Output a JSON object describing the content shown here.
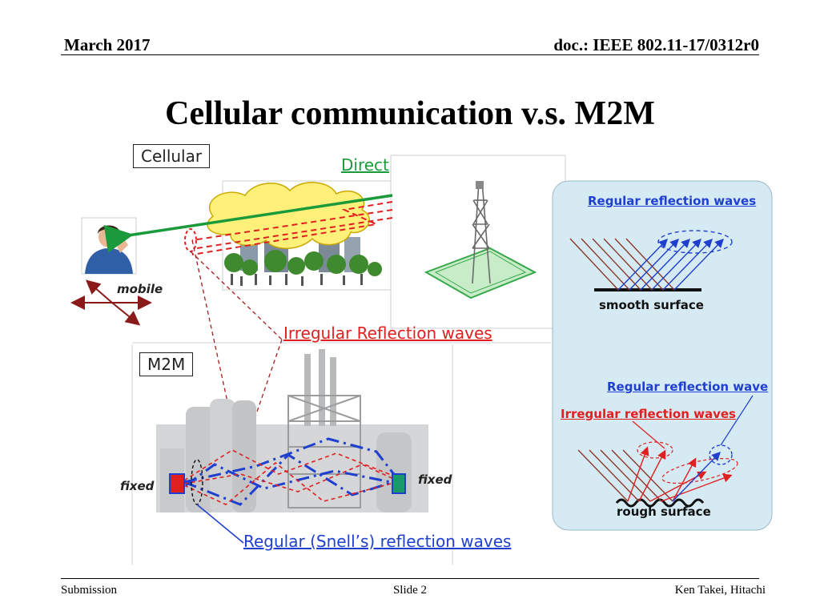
{
  "header": {
    "date": "March 2017",
    "doc": "doc.: IEEE 802.11-17/0312r0"
  },
  "slide": {
    "title": "Cellular communication v.s. M2M"
  },
  "cellular_panel": {
    "label": "Cellular",
    "direct_label": "Direct",
    "mobile_label": "mobile",
    "irregular_label": "Irregular Reflection waves"
  },
  "m2m_panel": {
    "label": "M2M",
    "fixed_left": "fixed",
    "fixed_right": "fixed",
    "regular_label": "Regular (Snell’s) reflection waves"
  },
  "reflection_panel": {
    "top_label": "Regular reflection waves",
    "smooth_label": "smooth surface",
    "regular_wave_label": "Regular reflection wave",
    "irregular_wave_label": "Irregular reflection waves",
    "rough_label": "rough surface"
  },
  "footer": {
    "left": "Submission",
    "center": "Slide 2",
    "right": "Ken Takei, Hitachi"
  },
  "colors": {
    "blue_label": "#1f3fd0",
    "red_label": "#e02020",
    "green": "#1a9a3a",
    "panel_bg": "#d6eaf3",
    "dark_red": "#8a1a1a",
    "cloud": "#fff07a"
  }
}
